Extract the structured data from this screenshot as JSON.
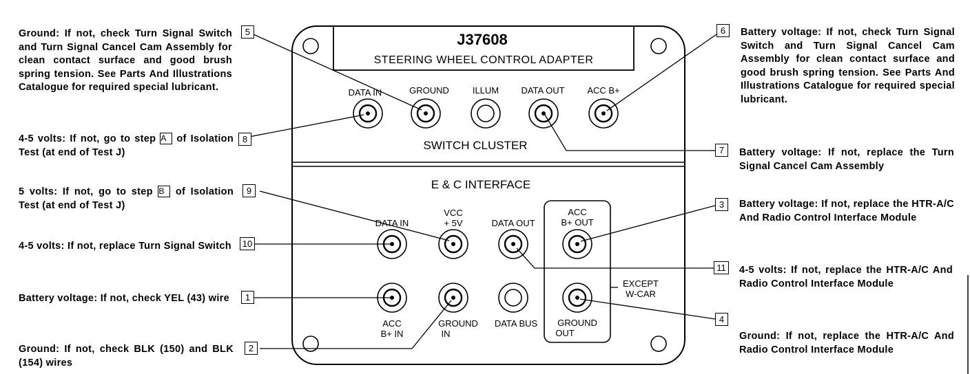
{
  "title_block": {
    "part_number": "J37608",
    "subtitle": "STEERING WHEEL CONTROL ADAPTER"
  },
  "switch_cluster": {
    "section_label": "SWITCH CLUSTER",
    "terminals": [
      "DATA IN",
      "GROUND",
      "ILLUM",
      "DATA OUT",
      "ACC B+"
    ]
  },
  "ec_interface": {
    "section_label": "E & C INTERFACE",
    "top_labels": {
      "data_in": "DATA IN",
      "vcc_line1": "VCC",
      "vcc_line2": "+ 5V",
      "data_out": "DATA OUT",
      "acc_out_line1": "ACC",
      "acc_out_line2": "B+ OUT"
    },
    "bottom_labels": {
      "acc_in_line1": "ACC",
      "acc_in_line2": "B+ IN",
      "ground_in_line1": "GROUND",
      "ground_in_line2": "IN",
      "data_bus": "DATA BUS",
      "ground_out_line1": "GROUND",
      "ground_out_line2": "OUT"
    },
    "except_line1": "EXCEPT",
    "except_line2": "W-CAR"
  },
  "callouts": {
    "c1": "1",
    "c2": "2",
    "c3": "3",
    "c4": "4",
    "c5": "5",
    "c6": "6",
    "c7": "7",
    "c8": "8",
    "c9": "9",
    "c10": "10",
    "c11": "11"
  },
  "notes": {
    "n5": "Ground: If not, check Turn Signal Switch and Turn Signal Cancel Cam Assembly for clean contact surface and good brush spring tension. See Parts And Illustrations Catalogue for required special lubricant.",
    "n8_before": "4-5 volts: If not, go to step",
    "n8_step": "A",
    "n8_after": "of Isolation Test (at end of Test J)",
    "n9_before": "5 volts: If not, go to step",
    "n9_step": "B",
    "n9_after": "of Isolation Test (at end of Test J)",
    "n10": "4-5 volts: If not, replace Turn Signal Switch",
    "n1": "Battery voltage: If not, check YEL (43) wire",
    "n2": "Ground: If not, check BLK (150) and BLK (154) wires",
    "n6": "Battery voltage: If not, check Turn Signal Switch and Turn Signal Cancel Cam Assembly for clean contact surface and good brush spring tension. See Parts And Illustrations Catalogue for required special lubricant.",
    "n7": "Battery voltage: If not, replace the Turn Signal Cancel Cam Assembly",
    "n3": "Battery voltage: If not, replace the HTR-A/C And Radio Control Interface Module",
    "n11": "4-5 volts: If not, replace the HTR-A/C And Radio Control Interface Module",
    "n4": "Ground: If not, replace the HTR-A/C And Radio Control Interface Module"
  }
}
